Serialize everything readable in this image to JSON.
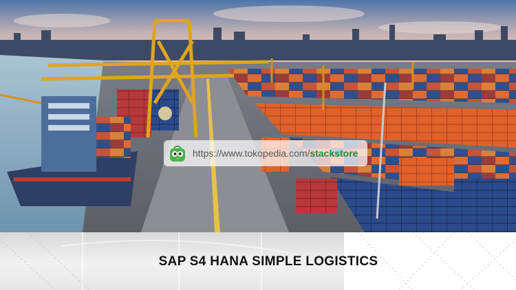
{
  "watermark": {
    "host_text": "https://www.tokopedia.com/",
    "store_text": "stackstore",
    "logo_icon": "tokopedia-bag-icon"
  },
  "banner": {
    "title": "SAP S4 HANA SIMPLE LOGISTICS"
  },
  "colors": {
    "container_orange": "#e0622a",
    "container_blue": "#2c4a8a",
    "sky_top": "#5b7fb0",
    "sea": "#8fb3c8",
    "brand_green": "#1e8a3a"
  }
}
